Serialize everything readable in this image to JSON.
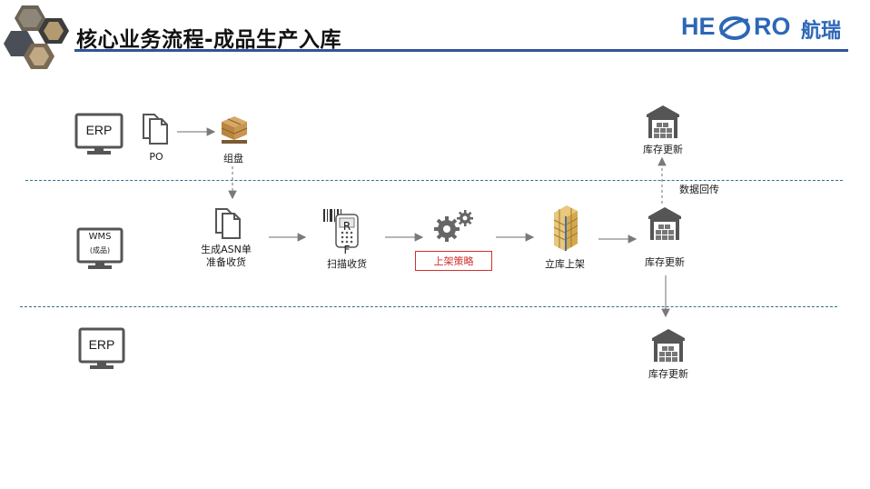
{
  "header": {
    "title": "核心业务流程-成品生产入库",
    "brand_text": "HE",
    "brand_text2": "RO",
    "brand_cn": "航瑞"
  },
  "lanes": {
    "erp_top": "ERP",
    "wms_line1": "WMS",
    "wms_line2": "(成品)",
    "erp_bottom": "ERP"
  },
  "nodes": {
    "po": "PO",
    "pallet": "组盘",
    "asn_line1": "生成ASN单",
    "asn_line2": "准备收货",
    "rf_letter1": "R",
    "rf_letter2": "F",
    "scan": "扫描收货",
    "strategy": "上架策略",
    "rack": "立库上架",
    "wms_stock": "库存更新",
    "erp_top_stock": "库存更新",
    "data_return": "数据回传",
    "erp_bottom_stock": "库存更新"
  },
  "colors": {
    "accent": "#2f5597",
    "brand": "#2d67b7",
    "highlight": "#d32f2f",
    "icon_gray": "#6d6d6d"
  }
}
